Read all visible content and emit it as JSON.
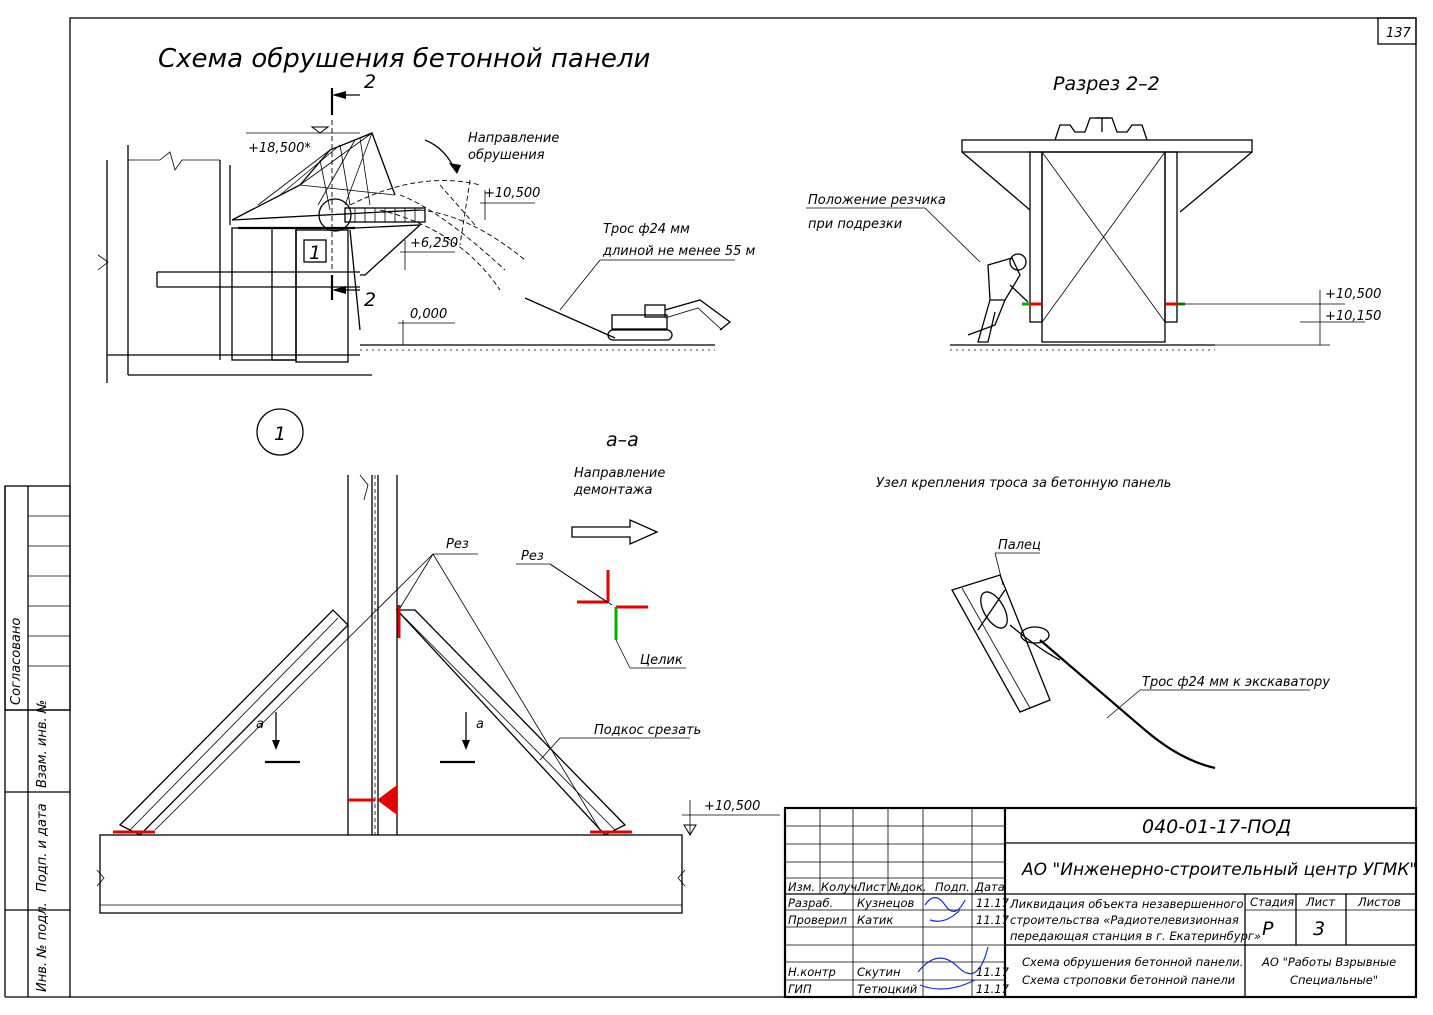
{
  "sheet_number": "137",
  "main_title": "Схема обрушения бетонной панели",
  "section_2_2_title": "Разрез 2–2",
  "section_aa_title": "а–а",
  "detail_number": "1",
  "section_mark": "2",
  "callout_number": "1",
  "elevations": {
    "e18500": "+18,500*",
    "e10500": "+10,500",
    "e6250": "+6,250",
    "e0000": "0,000",
    "e10150": "+10,150"
  },
  "labels": {
    "collapse_direction_1": "Направление",
    "collapse_direction_2": "обрушения",
    "rope_line_1": "Трос ф24 мм",
    "rope_line_2": "длиной не менее 55 м",
    "cutter_position_1": "Положение резчика",
    "cutter_position_2": "при подрезки",
    "dismantle_direction_1": "Направление",
    "dismantle_direction_2": "демонтажа",
    "cut": "Рез",
    "cut_2": "Рез",
    "pillar": "Целик",
    "brace_cut": "Подкос срезать",
    "section_a": "а",
    "rope_node_title": "Узел крепления троса за бетонную панель",
    "finger": "Палец",
    "rope_to_excavator": "Трос ф24 мм к экскаватору"
  },
  "side_stamp": {
    "agreed": "Согласовано",
    "replace_inv": "Взам. инв. №",
    "sign_date": "Подп. и дата",
    "inv_orig": "Инв. № подл."
  },
  "title_block": {
    "cipher": "040-01-17-ПОД",
    "organization": "АО \"Инженерно-строительный центр УГМК\"",
    "headers": [
      "Изм.",
      "Колуч.",
      "Лист",
      "№док.",
      "Подп.",
      "Дата"
    ],
    "rows": [
      {
        "role": "Разраб.",
        "name": "Кузнецов",
        "date": "11.17"
      },
      {
        "role": "Проверил",
        "name": "Катик",
        "date": "11.17"
      },
      {
        "role": "Н.контр",
        "name": "Скутин",
        "date": "11.17"
      },
      {
        "role": "ГИП",
        "name": "Тетюцкий",
        "date": "11.17"
      }
    ],
    "object_line_1": "Ликвидация объекта незавершенного",
    "object_line_2": "строительства «Радиотелевизионная",
    "object_line_3": "передающая станция в г. Екатеринбург»",
    "stage_header": "Стадия",
    "sheet_header": "Лист",
    "sheets_header": "Листов",
    "stage": "Р",
    "sheet": "3",
    "sheets": "",
    "drawing_line_1": "Схема обрушения бетонной панели.",
    "drawing_line_2": "Схема строповки бетонной панели",
    "contractor_line_1": "АО \"Работы Взрывные",
    "contractor_line_2": "Специальные\""
  }
}
